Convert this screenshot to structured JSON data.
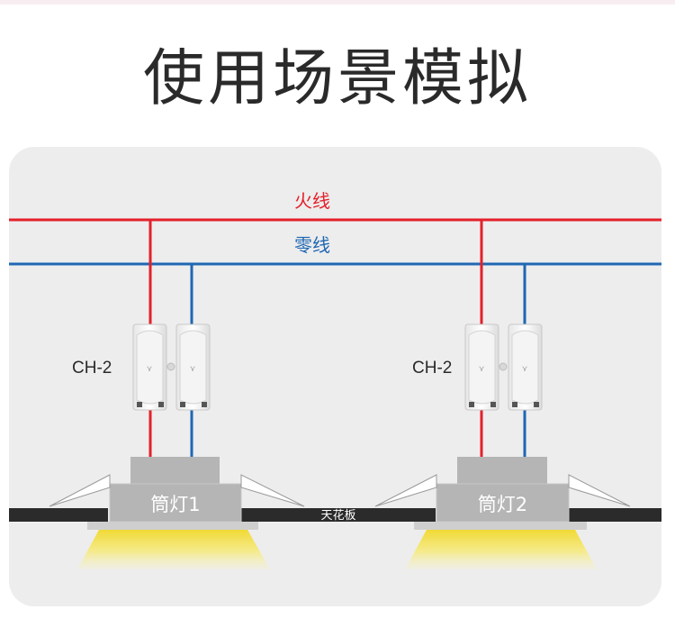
{
  "title": "使用场景模拟",
  "wires": {
    "hot_label": "火线",
    "neutral_label": "零线",
    "hot_color": "#e4202a",
    "neutral_color": "#1f67b3"
  },
  "ceiling_label": "天花板",
  "units": [
    {
      "connector_label": "CH-2",
      "lamp_label": "筒灯1"
    },
    {
      "connector_label": "CH-2",
      "lamp_label": "筒灯2"
    }
  ],
  "colors": {
    "panel": "#ededed",
    "ceiling": "#2b2b2b",
    "lamp_body": "#b5b5b5",
    "light": "#f4e04a"
  }
}
